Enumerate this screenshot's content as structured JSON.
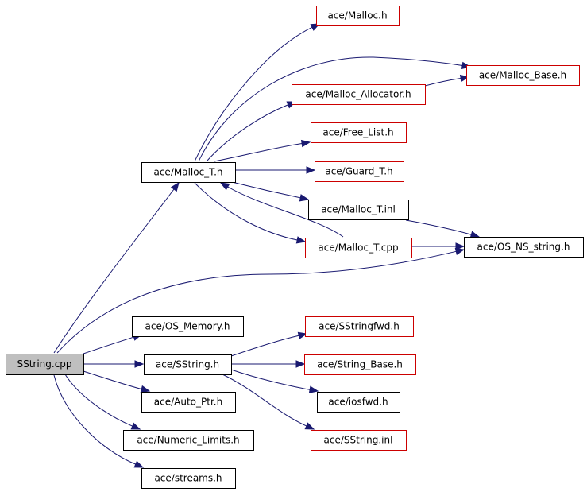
{
  "graph": {
    "nodes": [
      {
        "id": "sstring_cpp",
        "label": "SString.cpp",
        "kind": "root"
      },
      {
        "id": "malloc_t_h",
        "label": "ace/Malloc_T.h",
        "kind": "normal"
      },
      {
        "id": "malloc_h",
        "label": "ace/Malloc.h",
        "kind": "missing"
      },
      {
        "id": "malloc_base_h",
        "label": "ace/Malloc_Base.h",
        "kind": "missing"
      },
      {
        "id": "malloc_allocator_h",
        "label": "ace/Malloc_Allocator.h",
        "kind": "missing"
      },
      {
        "id": "free_list_h",
        "label": "ace/Free_List.h",
        "kind": "missing"
      },
      {
        "id": "guard_t_h",
        "label": "ace/Guard_T.h",
        "kind": "missing"
      },
      {
        "id": "malloc_t_inl",
        "label": "ace/Malloc_T.inl",
        "kind": "normal"
      },
      {
        "id": "malloc_t_cpp",
        "label": "ace/Malloc_T.cpp",
        "kind": "missing"
      },
      {
        "id": "os_ns_string_h",
        "label": "ace/OS_NS_string.h",
        "kind": "normal"
      },
      {
        "id": "os_memory_h",
        "label": "ace/OS_Memory.h",
        "kind": "normal"
      },
      {
        "id": "sstring_h",
        "label": "ace/SString.h",
        "kind": "normal"
      },
      {
        "id": "sstringfwd_h",
        "label": "ace/SStringfwd.h",
        "kind": "missing"
      },
      {
        "id": "string_base_h",
        "label": "ace/String_Base.h",
        "kind": "missing"
      },
      {
        "id": "iosfwd_h",
        "label": "ace/iosfwd.h",
        "kind": "normal"
      },
      {
        "id": "sstring_inl",
        "label": "ace/SString.inl",
        "kind": "missing"
      },
      {
        "id": "auto_ptr_h",
        "label": "ace/Auto_Ptr.h",
        "kind": "normal"
      },
      {
        "id": "numeric_limits_h",
        "label": "ace/Numeric_Limits.h",
        "kind": "normal"
      },
      {
        "id": "streams_h",
        "label": "ace/streams.h",
        "kind": "normal"
      }
    ],
    "edges": [
      {
        "from": "sstring_cpp",
        "to": "malloc_t_h"
      },
      {
        "from": "sstring_cpp",
        "to": "os_ns_string_h"
      },
      {
        "from": "sstring_cpp",
        "to": "os_memory_h"
      },
      {
        "from": "sstring_cpp",
        "to": "sstring_h"
      },
      {
        "from": "sstring_cpp",
        "to": "auto_ptr_h"
      },
      {
        "from": "sstring_cpp",
        "to": "numeric_limits_h"
      },
      {
        "from": "sstring_cpp",
        "to": "streams_h"
      },
      {
        "from": "malloc_t_h",
        "to": "malloc_h"
      },
      {
        "from": "malloc_t_h",
        "to": "malloc_base_h"
      },
      {
        "from": "malloc_t_h",
        "to": "malloc_allocator_h"
      },
      {
        "from": "malloc_t_h",
        "to": "free_list_h"
      },
      {
        "from": "malloc_t_h",
        "to": "guard_t_h"
      },
      {
        "from": "malloc_t_h",
        "to": "malloc_t_inl"
      },
      {
        "from": "malloc_t_h",
        "to": "malloc_t_cpp"
      },
      {
        "from": "malloc_t_cpp",
        "to": "malloc_t_h"
      },
      {
        "from": "malloc_allocator_h",
        "to": "malloc_base_h"
      },
      {
        "from": "malloc_t_inl",
        "to": "os_ns_string_h"
      },
      {
        "from": "malloc_t_cpp",
        "to": "os_ns_string_h"
      },
      {
        "from": "sstring_h",
        "to": "sstringfwd_h"
      },
      {
        "from": "sstring_h",
        "to": "string_base_h"
      },
      {
        "from": "sstring_h",
        "to": "iosfwd_h"
      },
      {
        "from": "sstring_h",
        "to": "sstring_inl"
      }
    ]
  }
}
